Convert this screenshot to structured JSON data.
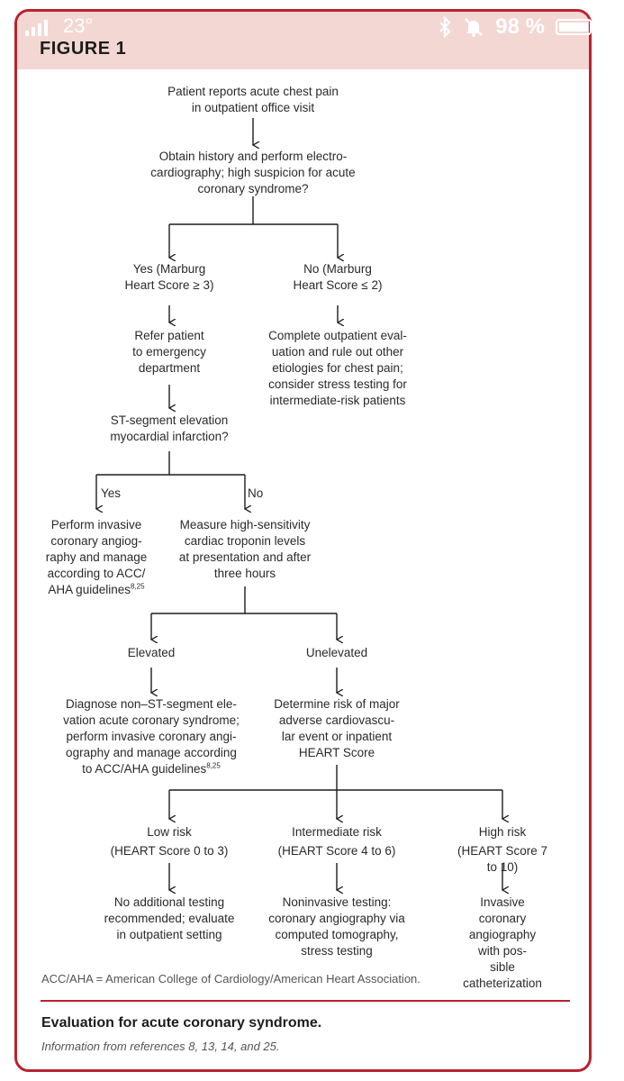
{
  "status_bar": {
    "signal_text": "23°",
    "battery_percent": "98 %",
    "icons": [
      "signal-icon",
      "bluetooth-icon",
      "mute-icon",
      "battery-icon"
    ]
  },
  "figure": {
    "label": "FIGURE 1",
    "nodes": {
      "start": "Patient reports acute chest pain\nin outpatient office visit",
      "history": "Obtain history and perform electro-\ncardiography; high suspicion for acute\ncoronary syndrome?",
      "yes_marburg": "Yes (Marburg\nHeart Score ≥ 3)",
      "no_marburg": "No (Marburg\nHeart Score ≤ 2)",
      "refer": "Refer patient\nto emergency\ndepartment",
      "outpatient_eval": "Complete outpatient eval-\nuation and rule out other\netiologies for chest pain;\nconsider stress testing for\nintermediate-risk patients",
      "stemi": "ST-segment elevation\nmyocardial infarction?",
      "yes_label": "Yes",
      "no_label": "No",
      "invasive": "Perform invasive\ncoronary angiog-\nraphy and manage\naccording to ACC/\nAHA guidelines",
      "invasive_refs": "8,25",
      "troponin": "Measure high-sensitivity\ncardiac troponin levels\nat presentation and after\nthree hours",
      "elevated": "Elevated",
      "unelevated": "Unelevated",
      "nstemi": "Diagnose non–ST-segment ele-\nvation acute coronary syndrome;\nperform invasive coronary angi-\nography and manage according\nto ACC/AHA guidelines",
      "nstemi_refs": "8,25",
      "determine_risk": "Determine risk of major\nadverse cardiovascu-\nlar event or inpatient\nHEART Score",
      "low_risk": "Low risk",
      "low_score": "(HEART Score 0 to 3)",
      "intermediate_risk": "Intermediate risk",
      "intermediate_score": "(HEART Score 4 to 6)",
      "high_risk": "High risk",
      "high_score": "(HEART Score 7 to 10)",
      "low_action": "No additional testing\nrecommended; evaluate\nin outpatient setting",
      "intermediate_action": "Noninvasive testing:\ncoronary angiography via\ncomputed tomography,\nstress testing",
      "high_action": "Invasive coronary\nangiography with pos-\nsible catheterization"
    },
    "abbreviation": "ACC/AHA = American College of Cardiology/American Heart Association.",
    "caption_title": "Evaluation for acute coronary syndrome.",
    "caption_source": "Information from references 8, 13, 14, and 25."
  },
  "colors": {
    "accent": "#b8232f",
    "header_bg": "#f3d7d3",
    "text": "#2a2a2a"
  }
}
